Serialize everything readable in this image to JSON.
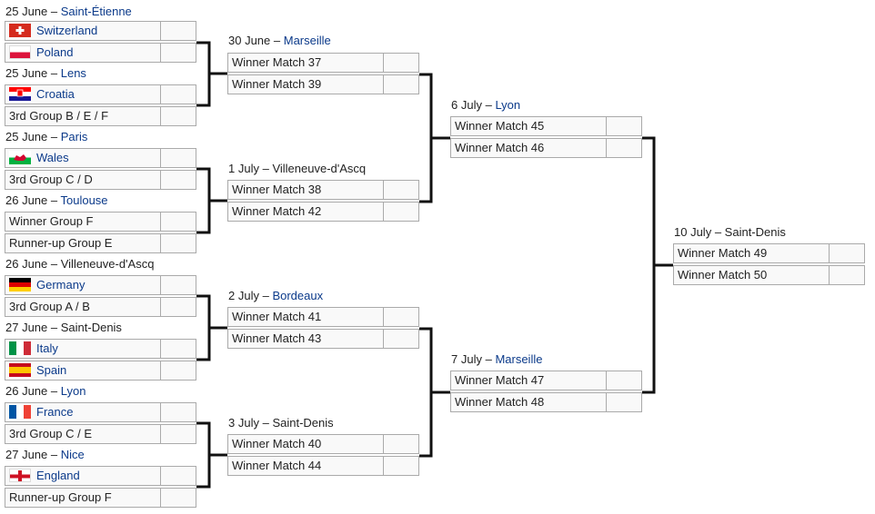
{
  "round_of_16": [
    {
      "date": "25 June",
      "city": "Saint-Étienne",
      "city_link": true,
      "teams": [
        {
          "name": "Switzerland",
          "flag": "switzerland-flag",
          "link": true
        },
        {
          "name": "Poland",
          "flag": "poland-flag",
          "link": true
        }
      ]
    },
    {
      "date": "25 June",
      "city": "Lens",
      "city_link": true,
      "teams": [
        {
          "name": "Croatia",
          "flag": "croatia-flag",
          "link": true
        },
        {
          "name": "3rd Group B / E / F",
          "flag": "",
          "link": false
        }
      ]
    },
    {
      "date": "25 June",
      "city": "Paris",
      "city_link": true,
      "teams": [
        {
          "name": "Wales",
          "flag": "wales-flag",
          "link": true
        },
        {
          "name": "3rd Group C / D",
          "flag": "",
          "link": false
        }
      ]
    },
    {
      "date": "26 June",
      "city": "Toulouse",
      "city_link": true,
      "teams": [
        {
          "name": "Winner Group F",
          "flag": "",
          "link": false
        },
        {
          "name": "Runner-up Group E",
          "flag": "",
          "link": false
        }
      ]
    },
    {
      "date": "26 June",
      "city": "Villeneuve-d'Ascq",
      "city_link": false,
      "teams": [
        {
          "name": "Germany",
          "flag": "germany-flag",
          "link": true
        },
        {
          "name": "3rd Group A / B",
          "flag": "",
          "link": false
        }
      ]
    },
    {
      "date": "27 June",
      "city": "Saint-Denis",
      "city_link": false,
      "teams": [
        {
          "name": "Italy",
          "flag": "italy-flag",
          "link": true
        },
        {
          "name": "Spain",
          "flag": "spain-flag",
          "link": true
        }
      ]
    },
    {
      "date": "26 June",
      "city": "Lyon",
      "city_link": true,
      "teams": [
        {
          "name": "France",
          "flag": "france-flag",
          "link": true
        },
        {
          "name": "3rd Group C / E",
          "flag": "",
          "link": false
        }
      ]
    },
    {
      "date": "27 June",
      "city": "Nice",
      "city_link": true,
      "teams": [
        {
          "name": "England",
          "flag": "england-flag",
          "link": true
        },
        {
          "name": "Runner-up Group F",
          "flag": "",
          "link": false
        }
      ]
    }
  ],
  "quarter_finals": [
    {
      "date": "30 June",
      "city": "Marseille",
      "city_link": true,
      "teams": [
        {
          "name": "Winner Match 37"
        },
        {
          "name": "Winner Match 39"
        }
      ]
    },
    {
      "date": "1 July",
      "city": "Villeneuve-d'Ascq",
      "city_link": false,
      "teams": [
        {
          "name": "Winner Match 38"
        },
        {
          "name": "Winner Match 42"
        }
      ]
    },
    {
      "date": "2 July",
      "city": "Bordeaux",
      "city_link": true,
      "teams": [
        {
          "name": "Winner Match 41"
        },
        {
          "name": "Winner Match 43"
        }
      ]
    },
    {
      "date": "3 July",
      "city": "Saint-Denis",
      "city_link": false,
      "teams": [
        {
          "name": "Winner Match 40"
        },
        {
          "name": "Winner Match 44"
        }
      ]
    }
  ],
  "semi_finals": [
    {
      "date": "6 July",
      "city": "Lyon",
      "city_link": true,
      "teams": [
        {
          "name": "Winner Match 45"
        },
        {
          "name": "Winner Match 46"
        }
      ]
    },
    {
      "date": "7 July",
      "city": "Marseille",
      "city_link": true,
      "teams": [
        {
          "name": "Winner Match 47"
        },
        {
          "name": "Winner Match 48"
        }
      ]
    }
  ],
  "final": [
    {
      "date": "10 July",
      "city": "Saint-Denis",
      "city_link": false,
      "teams": [
        {
          "name": "Winner Match 49"
        },
        {
          "name": "Winner Match 50"
        }
      ]
    }
  ],
  "separator": " – "
}
